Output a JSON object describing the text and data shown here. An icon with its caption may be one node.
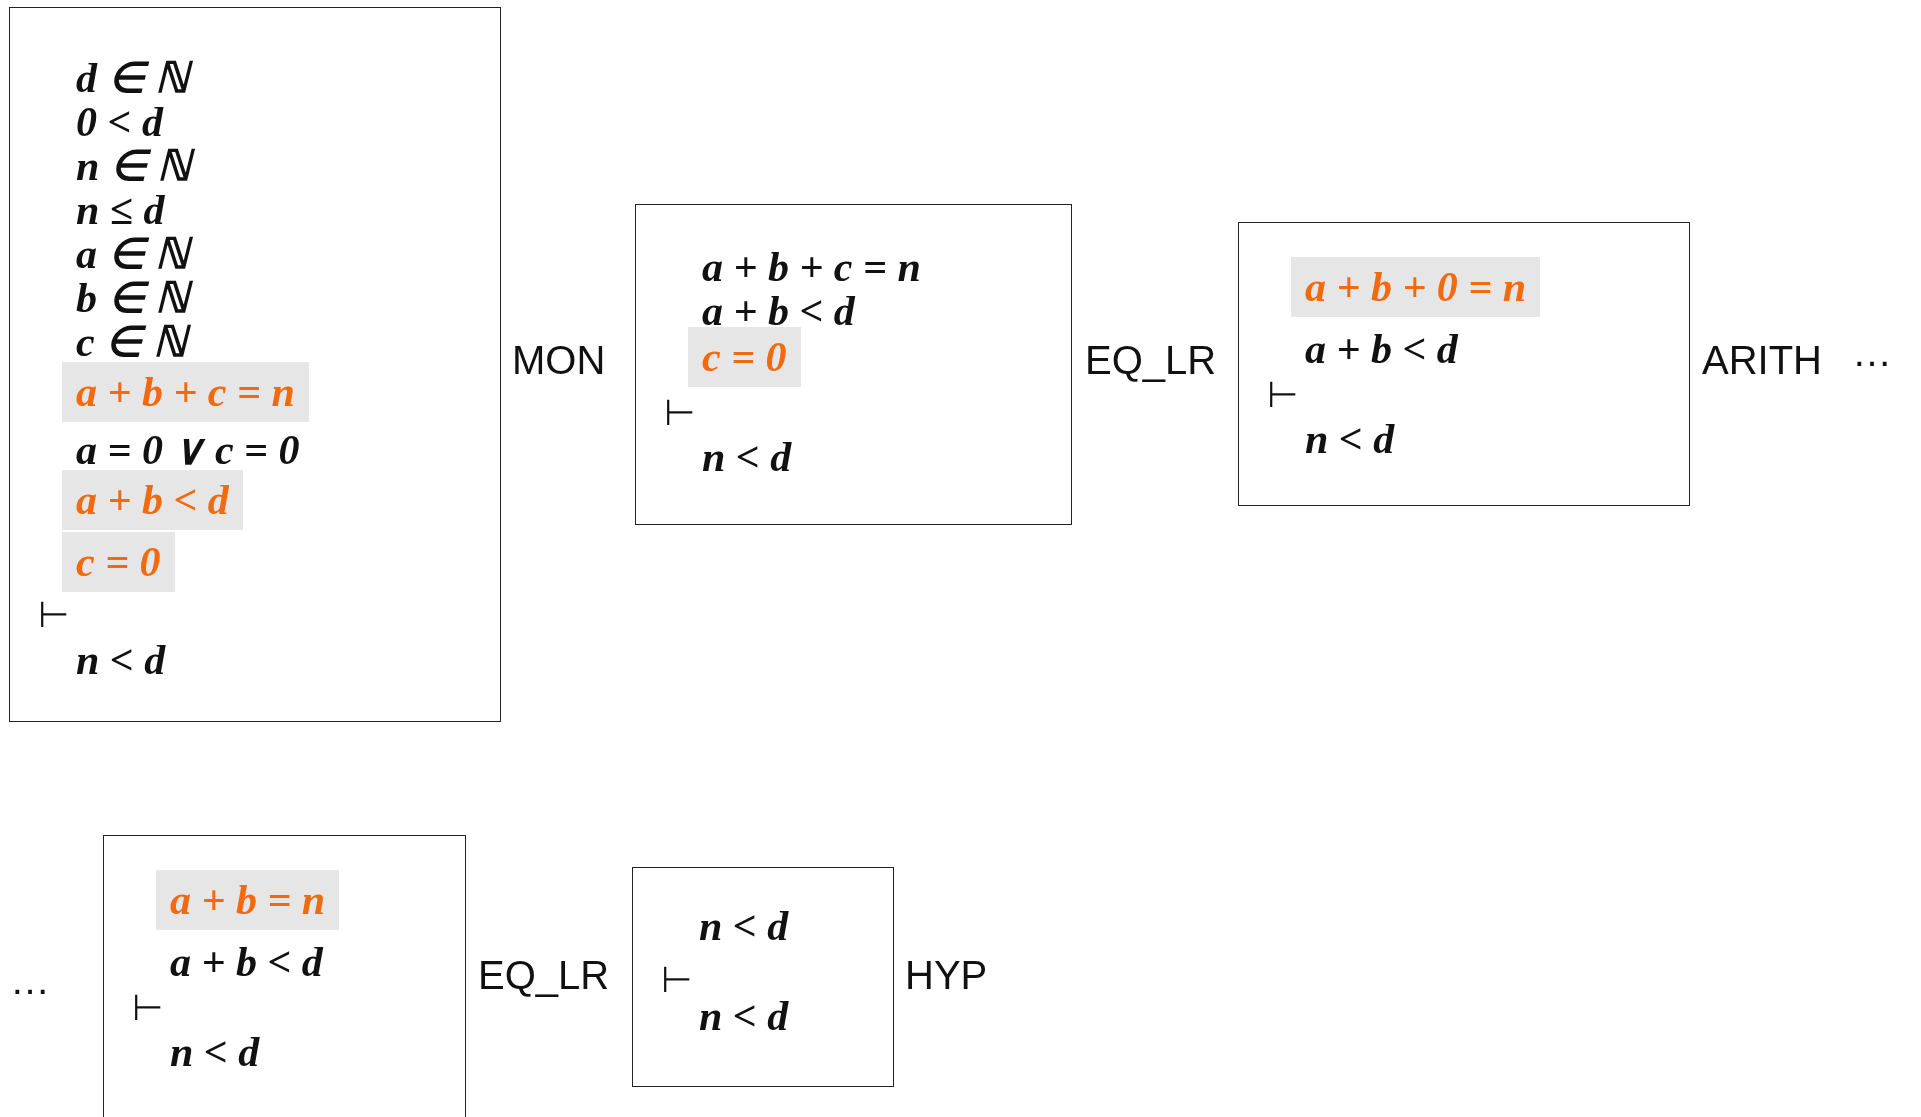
{
  "diagram": {
    "nodes": [
      {
        "text": [
          "d ∈ ℕ",
          "0 < d",
          "n ∈ ℕ",
          "n ≤ d",
          "a ∈ ℕ",
          "b ∈ ℕ",
          "c ∈ ℕ",
          "a = 0 ∨ c = 0",
          "⊢",
          "n < d"
        ]
      },
      {
        "text": [
          "a + b + c = n"
        ],
        "in": 0
      },
      {
        "text": [
          "a + b < d"
        ],
        "in": 0
      },
      {
        "text": [
          "c = 0"
        ],
        "in": 0
      },
      {
        "text": [
          "a + b + c = n",
          "a + b < d",
          "⊢",
          "n < d"
        ]
      },
      {
        "text": [
          "c = 0"
        ],
        "in": 4
      },
      {
        "text": [
          "a + b < d",
          "⊢",
          "n < d"
        ]
      },
      {
        "text": [
          "a + b + 0 = n"
        ],
        "in": 6
      },
      {
        "text": [
          "a + b < d",
          "⊢",
          "n < d"
        ]
      },
      {
        "text": [
          "a + b = n"
        ],
        "in": 8
      },
      {
        "text": [
          "n < d",
          "⊢",
          "n < d"
        ]
      }
    ],
    "labels": [
      "MON",
      "EQ_LR",
      "ARITH",
      "…",
      "…",
      "EQ_LR",
      "HYP"
    ]
  }
}
